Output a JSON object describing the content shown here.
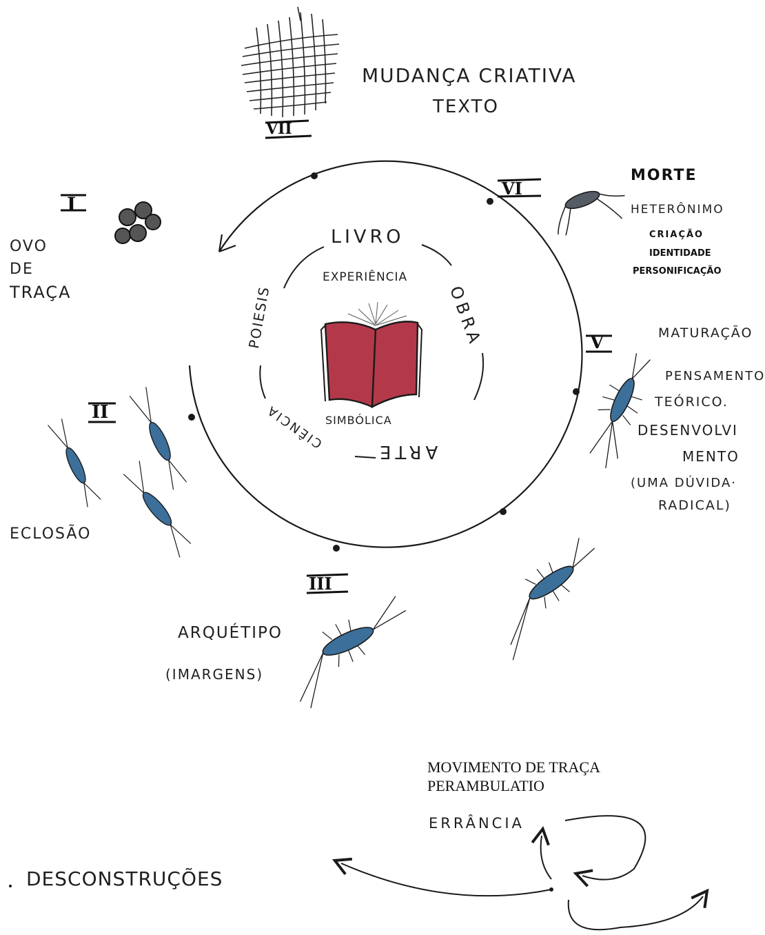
{
  "stages": {
    "top": {
      "numeral": "VII",
      "lines": [
        "MUDANÇA CRIATIVA",
        "TEXTO"
      ]
    },
    "i": {
      "numeral": "I",
      "lines": [
        "OVO",
        "DE",
        "TRAÇA"
      ]
    },
    "ii": {
      "numeral": "II",
      "lines": [
        "ECLOSÃO"
      ]
    },
    "iii": {
      "numeral": "III",
      "lines": [
        "ARQUÉTIPO",
        "(IMARGENS)"
      ]
    },
    "v": {
      "numeral": "V",
      "lines": [
        "MATURAÇÃO",
        "PENSAMENTO",
        "TEÓRICO.",
        "DESENVOLVI",
        "MENTO",
        "(UMA DÚVIDA·",
        "RADICAL)"
      ]
    },
    "vi": {
      "numeral": "VI",
      "title": "MORTE",
      "lines": [
        "HETERÔNIMO",
        "CRIAÇÃO",
        "IDENTIDADE",
        "PERSONIFICAÇÃO"
      ]
    }
  },
  "center": {
    "top": "LIVRO",
    "inner": "EXPERIÊNCIA",
    "right": "OBRA",
    "left": "POIESIS",
    "bottom": "ARTE",
    "bottom_left": "CIÊNCIA",
    "below_book": "SIMBÓLICA"
  },
  "footer": {
    "left_word": "DESCONSTRUÇÕES",
    "movement_line1": "MOVIMENTO DE TRAÇA",
    "movement_line2": "PERAMBULATIO",
    "errancia": "ERRÂNCIA"
  },
  "icons": [
    "net-icon",
    "eggs-icon",
    "silverfish-icon",
    "book-icon"
  ],
  "colors": {
    "book": "#b3394a",
    "insect": "#3c6f9a",
    "ink": "#1a1a1a"
  }
}
